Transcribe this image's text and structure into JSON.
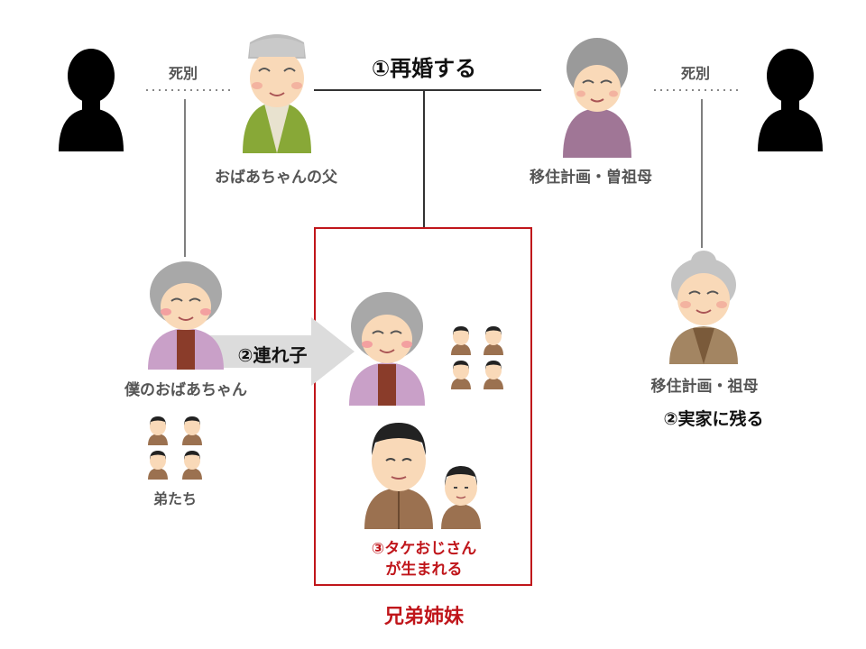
{
  "labels": {
    "remarry": "①再婚する",
    "deceased_left": "死別",
    "deceased_right": "死別",
    "great_grandfather": "おばあちゃんの父",
    "great_grandmother": "移住計画・曽祖母",
    "my_grandma": "僕のおばあちゃん",
    "stepchild": "②連れ子",
    "younger_brothers": "弟たち",
    "relocation_grandma": "移住計画・祖母",
    "stay_home": "②実家に残る",
    "take_uncle_line1": "③タケおじさん",
    "take_uncle_line2": "が生まれる",
    "siblings": "兄弟姉妹"
  },
  "colors": {
    "accent_red": "#c0161b",
    "line": "#333333",
    "silhouette": "#000000",
    "arrow": "#dcdcdc"
  },
  "icons": [
    "silhouette-icon",
    "grandfather-icon",
    "grandmother-icon",
    "old-woman-icon",
    "boy-icon",
    "man-icon"
  ]
}
